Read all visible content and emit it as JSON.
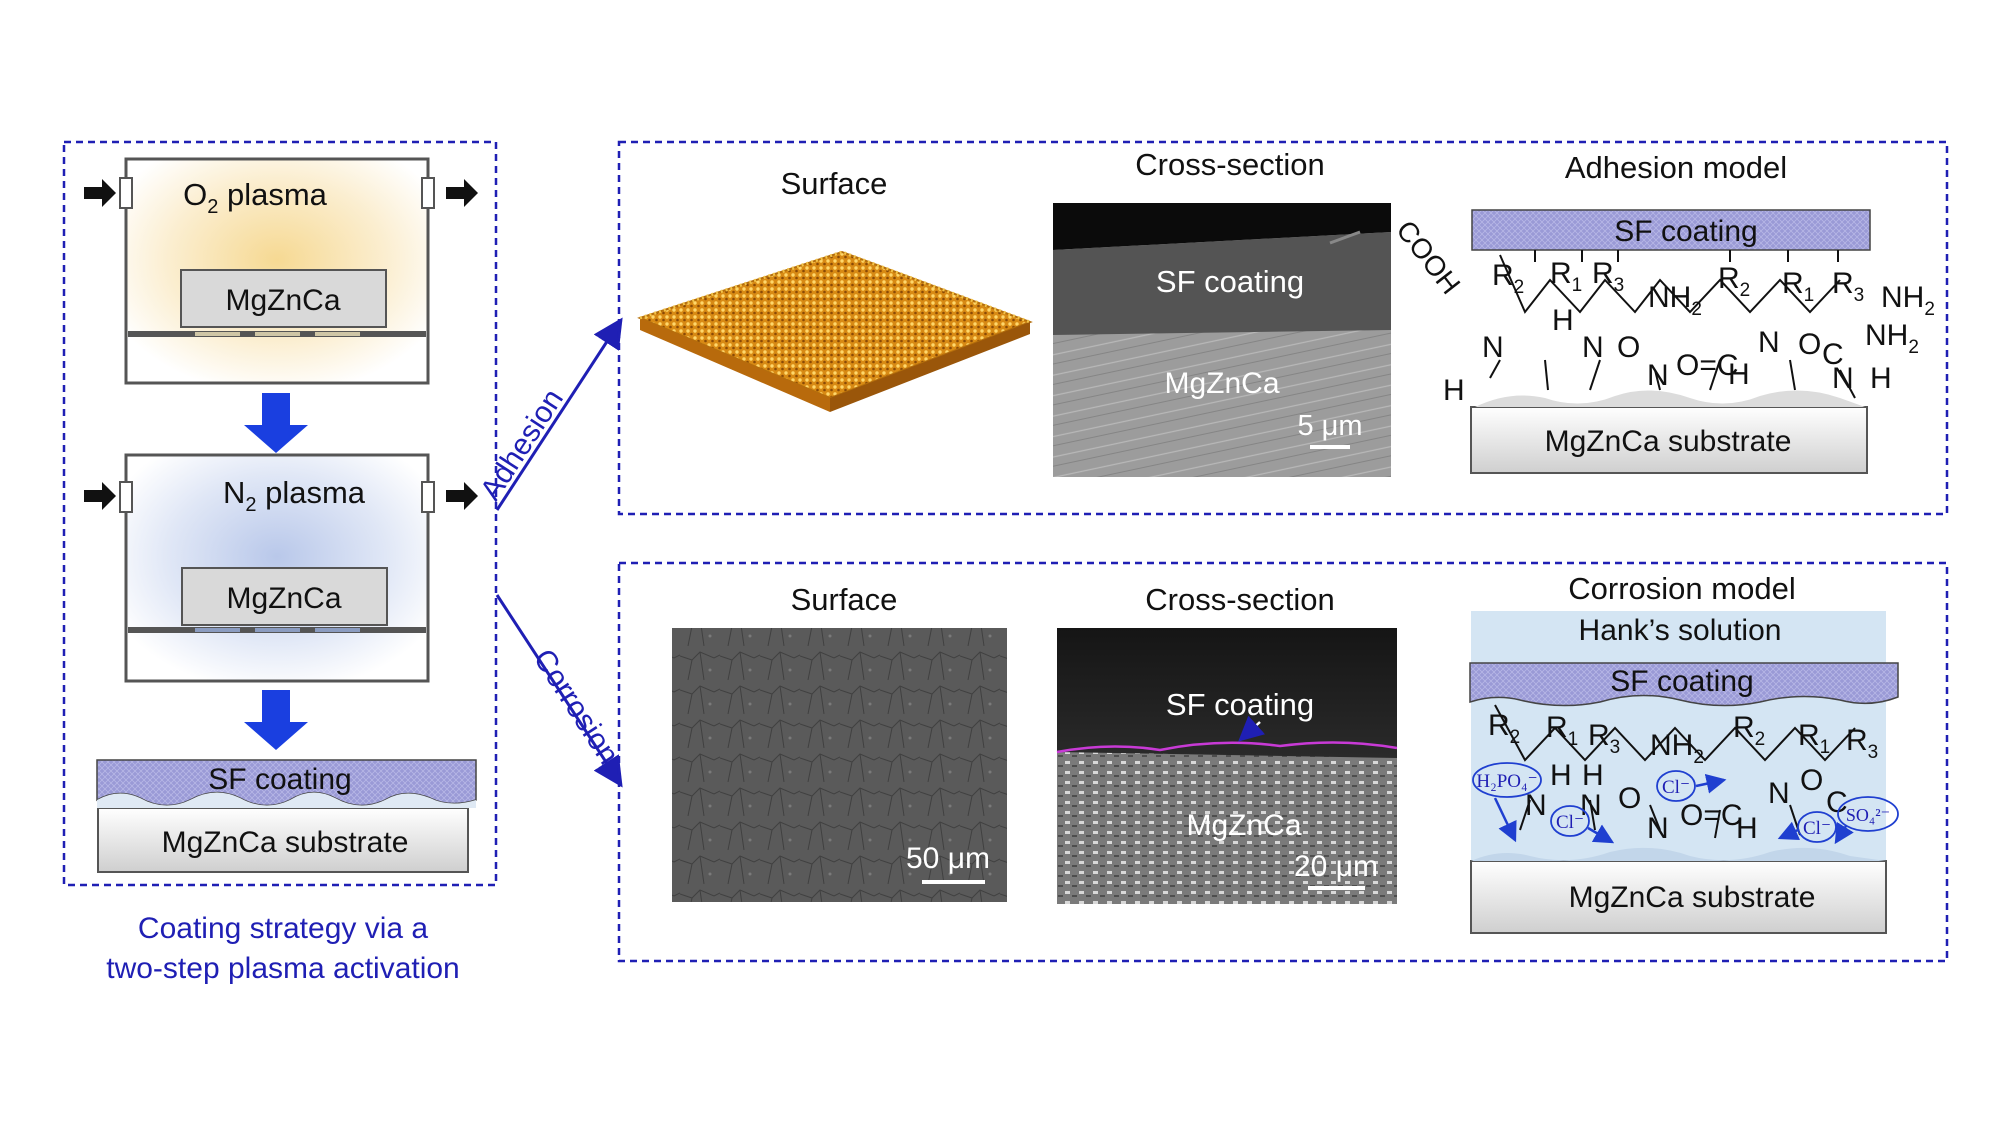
{
  "left_panel": {
    "step1": {
      "gas": "O",
      "gas_sub": "2",
      "gas_suffix": " plasma",
      "sample": "MgZnCa"
    },
    "step2": {
      "gas": "N",
      "gas_sub": "2",
      "gas_suffix": " plasma",
      "sample": "MgZnCa"
    },
    "result": {
      "coating": "SF coating",
      "substrate": "MgZnCa substrate"
    },
    "caption_line1": "Coating strategy via a",
    "caption_line2": "two-step plasma activation"
  },
  "branches": {
    "adhesion": "Adhesion",
    "corrosion": "Corrosion"
  },
  "adhesion_panel": {
    "surface_title": "Surface",
    "cross_title": "Cross-section",
    "cross_coating": "SF coating",
    "cross_substrate": "MgZnCa",
    "cross_scale": "5 μm",
    "model_title": "Adhesion model",
    "model_coating": "SF coating",
    "model_substrate": "MgZnCa substrate"
  },
  "corrosion_panel": {
    "surface_title": "Surface",
    "surface_scale": "50 μm",
    "cross_title": "Cross-section",
    "cross_coating": "SF coating",
    "cross_substrate": "MgZnCa",
    "cross_scale": "20 μm",
    "model_title": "Corrosion model",
    "model_solution": "Hank’s solution",
    "model_coating": "SF coating",
    "model_substrate": "MgZnCa substrate",
    "ions": {
      "h2po4": "H₂PO₄⁻",
      "cl": "Cl⁻",
      "so4": "SO₄²⁻"
    }
  },
  "chem": {
    "cooh": "COOH",
    "nh2": "NH",
    "two": "2",
    "R": "R",
    "r1": "1",
    "r2": "2",
    "r3": "3",
    "H": "H",
    "N": "N",
    "O": "O",
    "C": "C"
  },
  "colors": {
    "frame": "#1f1fb4",
    "arrow": "#1a3fe0",
    "coating": "#9a9ad6",
    "substrate": "#e6e6e6"
  }
}
